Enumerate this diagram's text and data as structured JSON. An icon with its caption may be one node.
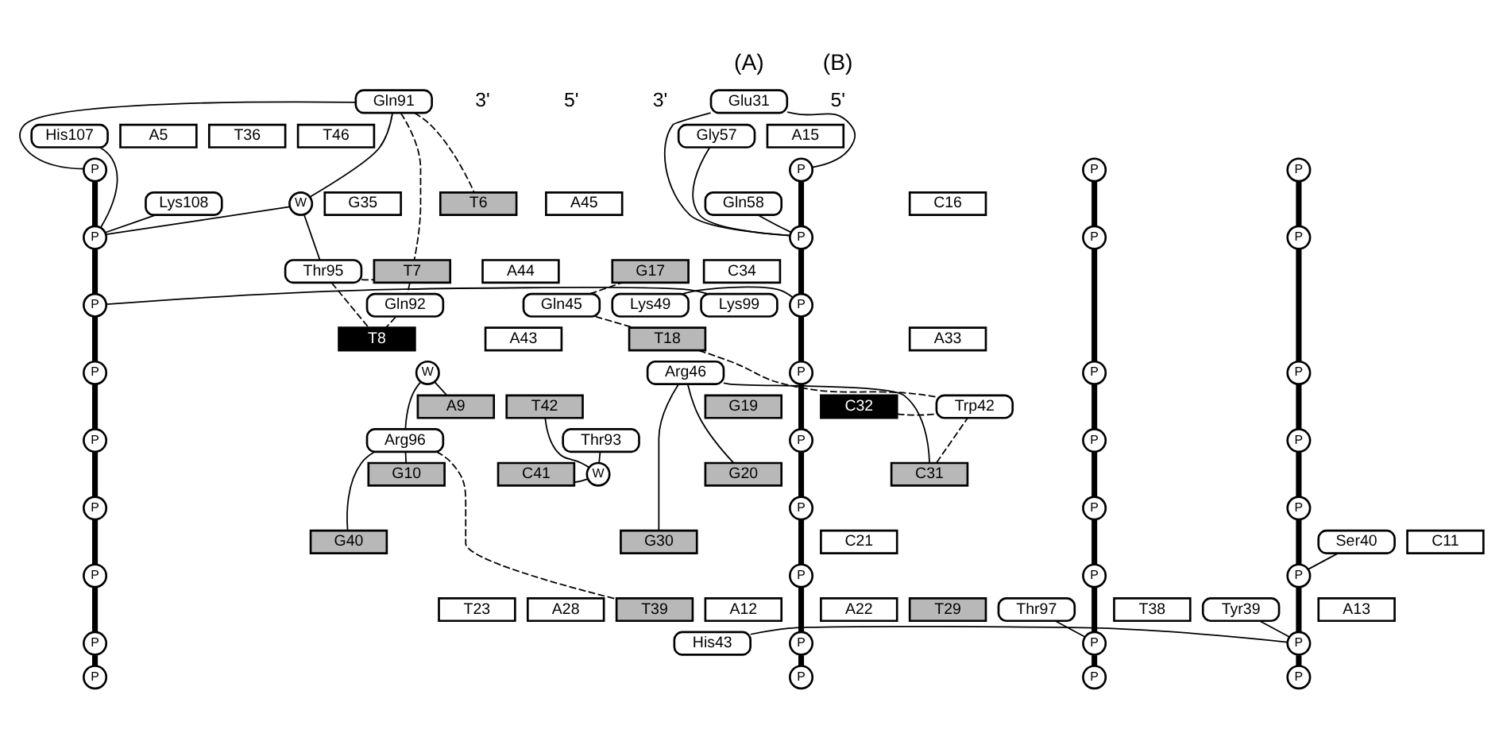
{
  "diagram": {
    "nodes": [
      {
        "text": [
          "Glu31"
        ]
      },
      {
        "text": [
          "Gly57"
        ]
      },
      {
        "text": [
          "Gln58"
        ]
      },
      {
        "text": [
          "A15"
        ]
      },
      {
        "text": [
          "T36"
        ]
      },
      {
        "text": [
          "C16"
        ]
      },
      {
        "text": [
          "G35"
        ]
      },
      {
        "text": [
          "G17"
        ]
      },
      {
        "text": [
          "C34"
        ]
      },
      {
        "text": [
          "Lys49"
        ]
      },
      {
        "text": [
          "Gln45"
        ]
      },
      {
        "text": [
          "T18"
        ]
      },
      {
        "text": [
          "A33"
        ]
      },
      {
        "text": [
          "Arg46"
        ]
      },
      {
        "text": [
          "G19"
        ]
      },
      {
        "text": [
          "C32"
        ]
      },
      {
        "text": [
          "Trp42"
        ]
      },
      {
        "text": [
          "G20"
        ]
      },
      {
        "text": [
          "C31"
        ]
      },
      {
        "text": [
          "C21"
        ]
      },
      {
        "text": [
          "G30"
        ]
      },
      {
        "text": [
          "Ser40"
        ]
      },
      {
        "text": [
          "A22"
        ]
      },
      {
        "text": [
          "T29"
        ]
      },
      {
        "text": [
          "His43"
        ]
      },
      {
        "text": [
          "T23"
        ]
      },
      {
        "text": [
          "A28"
        ]
      },
      {
        "text": [
          "Tyr39"
        ]
      },
      {
        "text": [
          "P"
        ]
      },
      {
        "text": [
          "P"
        ]
      },
      {
        "text": [
          "P"
        ]
      },
      {
        "text": [
          "P"
        ]
      },
      {
        "text": [
          "P"
        ]
      },
      {
        "text": [
          "P"
        ]
      },
      {
        "text": [
          "P"
        ]
      },
      {
        "text": [
          "P"
        ]
      },
      {
        "text": [
          "P"
        ]
      },
      {
        "text": [
          "P"
        ]
      },
      {
        "text": [
          "P"
        ]
      },
      {
        "text": [
          "P"
        ]
      },
      {
        "text": [
          "P"
        ]
      },
      {
        "text": [
          "P"
        ]
      },
      {
        "text": [
          "P"
        ]
      },
      {
        "text": [
          "P"
        ]
      },
      {
        "text": [
          "P"
        ]
      },
      {
        "text": [
          "Gln91"
        ]
      },
      {
        "text": [
          "His107"
        ]
      },
      {
        "text": [
          "A5"
        ]
      },
      {
        "text": [
          "T46"
        ]
      },
      {
        "text": [
          "Lys108"
        ]
      },
      {
        "text": [
          "W"
        ]
      },
      {
        "text": [
          "T6"
        ]
      },
      {
        "text": [
          "A45"
        ]
      },
      {
        "text": [
          "Thr95"
        ]
      },
      {
        "text": [
          "T7"
        ]
      },
      {
        "text": [
          "A44"
        ]
      },
      {
        "text": [
          "Lys99"
        ]
      },
      {
        "text": [
          "Gln92"
        ]
      },
      {
        "text": [
          "T8"
        ]
      },
      {
        "text": [
          "A43"
        ]
      },
      {
        "text": [
          "W"
        ]
      },
      {
        "text": [
          "A9"
        ]
      },
      {
        "text": [
          "T42"
        ]
      },
      {
        "text": [
          "Arg96"
        ]
      },
      {
        "text": [
          "G10"
        ]
      },
      {
        "text": [
          "C41"
        ]
      },
      {
        "text": [
          "Thr93"
        ]
      },
      {
        "text": [
          "W"
        ]
      },
      {
        "text": [
          "C11"
        ]
      },
      {
        "text": [
          "G40"
        ]
      },
      {
        "text": [
          "A12"
        ]
      },
      {
        "text": [
          "T39"
        ]
      },
      {
        "text": [
          "A13"
        ]
      },
      {
        "text": [
          "T38"
        ]
      },
      {
        "text": [
          "Thr97"
        ]
      },
      {
        "text": [
          "P"
        ]
      },
      {
        "text": [
          "P"
        ]
      },
      {
        "text": [
          "P"
        ]
      },
      {
        "text": [
          "P"
        ]
      },
      {
        "text": [
          "P"
        ]
      },
      {
        "text": [
          "P"
        ]
      },
      {
        "text": [
          "P"
        ]
      },
      {
        "text": [
          "P"
        ]
      },
      {
        "text": [
          "P"
        ]
      },
      {
        "text": [
          "P"
        ]
      },
      {
        "text": [
          "P"
        ]
      },
      {
        "text": [
          "P"
        ]
      },
      {
        "text": [
          "P"
        ]
      },
      {
        "text": [
          "P"
        ]
      },
      {
        "text": [
          "P"
        ]
      },
      {
        "text": [
          "P"
        ]
      },
      {
        "text": [
          "P"
        ]
      }
    ],
    "edges": [
      {
        "from": 28,
        "to": 29,
        "arrow": "none",
        "style": "thick"
      },
      {
        "from": 29,
        "to": 30,
        "arrow": "none",
        "style": "thick"
      },
      {
        "from": 30,
        "to": 31,
        "arrow": "none",
        "style": "thick"
      },
      {
        "from": 31,
        "to": 32,
        "arrow": "none",
        "style": "thick"
      },
      {
        "from": 32,
        "to": 33,
        "arrow": "none",
        "style": "thick"
      },
      {
        "from": 33,
        "to": 34,
        "arrow": "none",
        "style": "thick"
      },
      {
        "from": 34,
        "to": 35,
        "arrow": "none",
        "style": "thick"
      },
      {
        "from": 35,
        "to": 36,
        "arrow": "none",
        "style": "thick"
      },
      {
        "from": 37,
        "to": 38,
        "arrow": "none",
        "style": "thick"
      },
      {
        "from": 38,
        "to": 39,
        "arrow": "none",
        "style": "thick"
      },
      {
        "from": 39,
        "to": 40,
        "arrow": "none",
        "style": "thick"
      },
      {
        "from": 40,
        "to": 41,
        "arrow": "none",
        "style": "thick"
      },
      {
        "from": 41,
        "to": 42,
        "arrow": "none",
        "style": "thick"
      },
      {
        "from": 42,
        "to": 43,
        "arrow": "none",
        "style": "thick"
      },
      {
        "from": 43,
        "to": 44,
        "arrow": "none",
        "style": "thick"
      },
      {
        "from": 0,
        "to": 28,
        "arrow": "none"
      },
      {
        "from": 0,
        "to": 29,
        "arrow": "none"
      },
      {
        "from": 1,
        "to": 29,
        "arrow": "none"
      },
      {
        "from": 2,
        "to": 29,
        "arrow": "none"
      },
      {
        "from": 9,
        "to": 30,
        "arrow": "none"
      },
      {
        "from": 10,
        "to": 7,
        "arrow": "none",
        "style": "dashed"
      },
      {
        "from": 10,
        "to": 11,
        "arrow": "none",
        "style": "dashed"
      },
      {
        "from": 11,
        "to": 16,
        "arrow": "none",
        "style": "dashed"
      },
      {
        "from": 15,
        "to": 16,
        "arrow": "none",
        "style": "dashed"
      },
      {
        "from": 18,
        "to": 16,
        "arrow": "none",
        "style": "dashed"
      },
      {
        "from": 13,
        "to": 17,
        "arrow": "none"
      },
      {
        "from": 13,
        "to": 18,
        "arrow": "none"
      },
      {
        "from": 13,
        "to": 20,
        "arrow": "none"
      },
      {
        "from": 21,
        "to": 42,
        "arrow": "none"
      },
      {
        "from": 24,
        "to": 43,
        "arrow": "none"
      },
      {
        "from": 27,
        "to": 43,
        "arrow": "none"
      },
      {
        "from": 75,
        "to": 76,
        "arrow": "none",
        "style": "thick"
      },
      {
        "from": 76,
        "to": 77,
        "arrow": "none",
        "style": "thick"
      },
      {
        "from": 77,
        "to": 78,
        "arrow": "none",
        "style": "thick"
      },
      {
        "from": 78,
        "to": 79,
        "arrow": "none",
        "style": "thick"
      },
      {
        "from": 79,
        "to": 80,
        "arrow": "none",
        "style": "thick"
      },
      {
        "from": 80,
        "to": 81,
        "arrow": "none",
        "style": "thick"
      },
      {
        "from": 81,
        "to": 82,
        "arrow": "none",
        "style": "thick"
      },
      {
        "from": 82,
        "to": 83,
        "arrow": "none",
        "style": "thick"
      },
      {
        "from": 84,
        "to": 85,
        "arrow": "none",
        "style": "thick"
      },
      {
        "from": 85,
        "to": 86,
        "arrow": "none",
        "style": "thick"
      },
      {
        "from": 86,
        "to": 87,
        "arrow": "none",
        "style": "thick"
      },
      {
        "from": 87,
        "to": 88,
        "arrow": "none",
        "style": "thick"
      },
      {
        "from": 88,
        "to": 89,
        "arrow": "none",
        "style": "thick"
      },
      {
        "from": 89,
        "to": 90,
        "arrow": "none",
        "style": "thick"
      },
      {
        "from": 90,
        "to": 91,
        "arrow": "none",
        "style": "thick"
      },
      {
        "from": 45,
        "to": 50,
        "arrow": "none"
      },
      {
        "from": 45,
        "to": 75,
        "arrow": "none"
      },
      {
        "from": 45,
        "to": 51,
        "arrow": "none",
        "style": "dashed"
      },
      {
        "from": 45,
        "to": 54,
        "arrow": "none",
        "style": "dashed"
      },
      {
        "from": 46,
        "to": 76,
        "arrow": "none"
      },
      {
        "from": 49,
        "to": 76,
        "arrow": "none"
      },
      {
        "from": 50,
        "to": 76,
        "arrow": "none"
      },
      {
        "from": 50,
        "to": 53,
        "arrow": "none"
      },
      {
        "from": 53,
        "to": 54,
        "arrow": "none",
        "style": "dashed"
      },
      {
        "from": 53,
        "to": 58,
        "arrow": "none",
        "style": "dashed"
      },
      {
        "from": 54,
        "to": 57,
        "arrow": "none",
        "style": "dashed"
      },
      {
        "from": 57,
        "to": 58,
        "arrow": "none",
        "style": "dashed"
      },
      {
        "from": 56,
        "to": 77,
        "arrow": "none"
      },
      {
        "from": 60,
        "to": 63,
        "arrow": "none"
      },
      {
        "from": 60,
        "to": 61,
        "arrow": "none"
      },
      {
        "from": 63,
        "to": 64,
        "arrow": "none"
      },
      {
        "from": 63,
        "to": 69,
        "arrow": "none"
      },
      {
        "from": 63,
        "to": 71,
        "arrow": "none",
        "style": "dashed"
      },
      {
        "from": 62,
        "to": 67,
        "arrow": "none"
      },
      {
        "from": 65,
        "to": 67,
        "arrow": "none"
      },
      {
        "from": 66,
        "to": 67,
        "arrow": "none"
      },
      {
        "from": 74,
        "to": 90,
        "arrow": "none"
      }
    ],
    "labels": [
      "(A)",
      "5'",
      "3'",
      "(B)",
      "5'",
      "3'"
    ]
  }
}
